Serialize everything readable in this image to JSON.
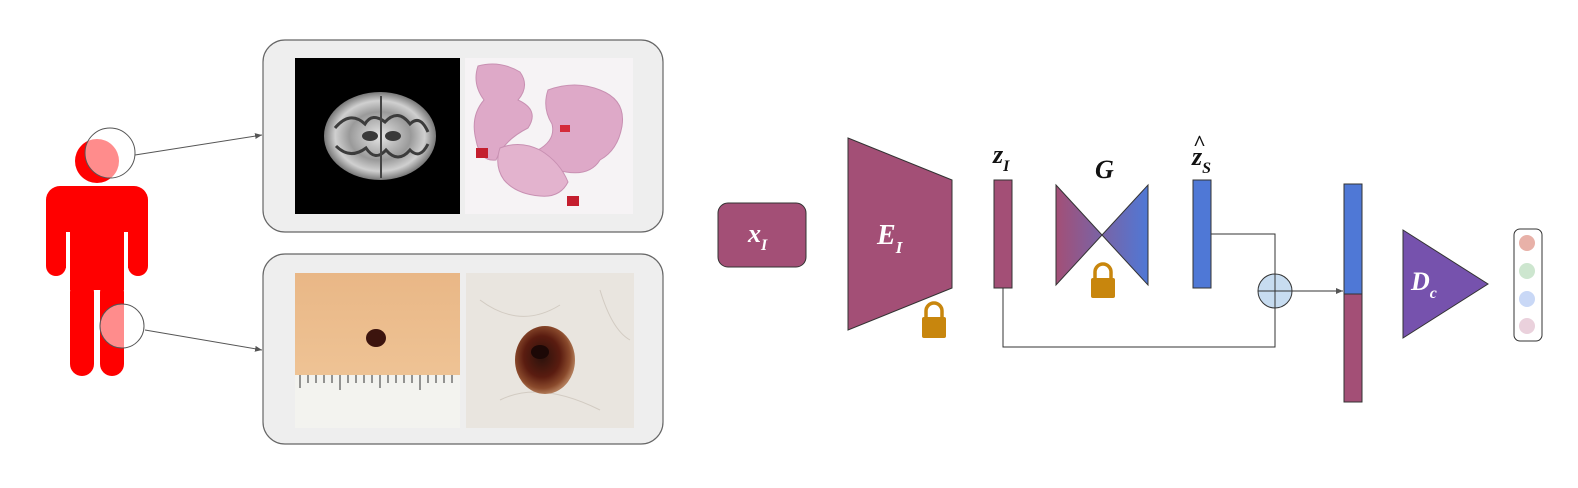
{
  "colors": {
    "person": "#ff0000",
    "panel_fill": "#eeeeee",
    "panel_stroke": "#666666",
    "maroon": "#a34f76",
    "blue": "#4f78d6",
    "violet": "#7652ad",
    "lock": "#c8860d",
    "sum_fill": "#c7dcf0",
    "dots": [
      "#e8b1a8",
      "#cde6cf",
      "#c9d8f6",
      "#ead1dc"
    ]
  },
  "icons": [
    "person-icon",
    "lock-icon",
    "sum-icon"
  ],
  "labels": {
    "input": {
      "base": "x",
      "sub": "I"
    },
    "encoder": {
      "base": "E",
      "sub": "I"
    },
    "latent_image": {
      "base": "z",
      "sub": "I"
    },
    "generator": {
      "base": "G"
    },
    "latent_synth": {
      "hat": "^",
      "base": "z",
      "sub": "S"
    },
    "classifier": {
      "base": "D",
      "sub": "c"
    }
  },
  "images": {
    "top": [
      "brain-mri-image",
      "histopathology-slide-image"
    ],
    "bottom": [
      "skin-lesion-ruler-image",
      "dermoscopy-lesion-image"
    ]
  }
}
